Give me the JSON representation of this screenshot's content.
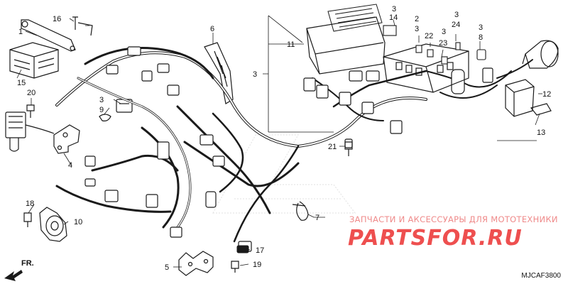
{
  "callouts": {
    "n1": "1",
    "n2": "2",
    "n3a": "3",
    "n3b": "3",
    "n3c": "3",
    "n3d": "3",
    "n3e": "3",
    "n3f": "3",
    "n3g": "3",
    "n4": "4",
    "n5": "5",
    "n6": "6",
    "n7": "7",
    "n8": "8",
    "n9": "9",
    "n10": "10",
    "n11": "11",
    "n12": "12",
    "n13": "13",
    "n14": "14",
    "n15": "15",
    "n16": "16",
    "n17": "17",
    "n18": "18",
    "n19": "19",
    "n20": "20",
    "n21": "21",
    "n22": "22",
    "n23": "23",
    "n24": "24"
  },
  "direction_marker": "FR.",
  "watermark": {
    "subtitle": "ЗАПЧАСТИ И АКСЕССУАРЫ ДЛЯ МОТОТЕХНИКИ",
    "brand": "PARTSFOR.RU"
  },
  "diagram_code": "MJCAF3800",
  "colors": {
    "line": "#1a1a1a",
    "watermark": "#ee4f4f"
  }
}
